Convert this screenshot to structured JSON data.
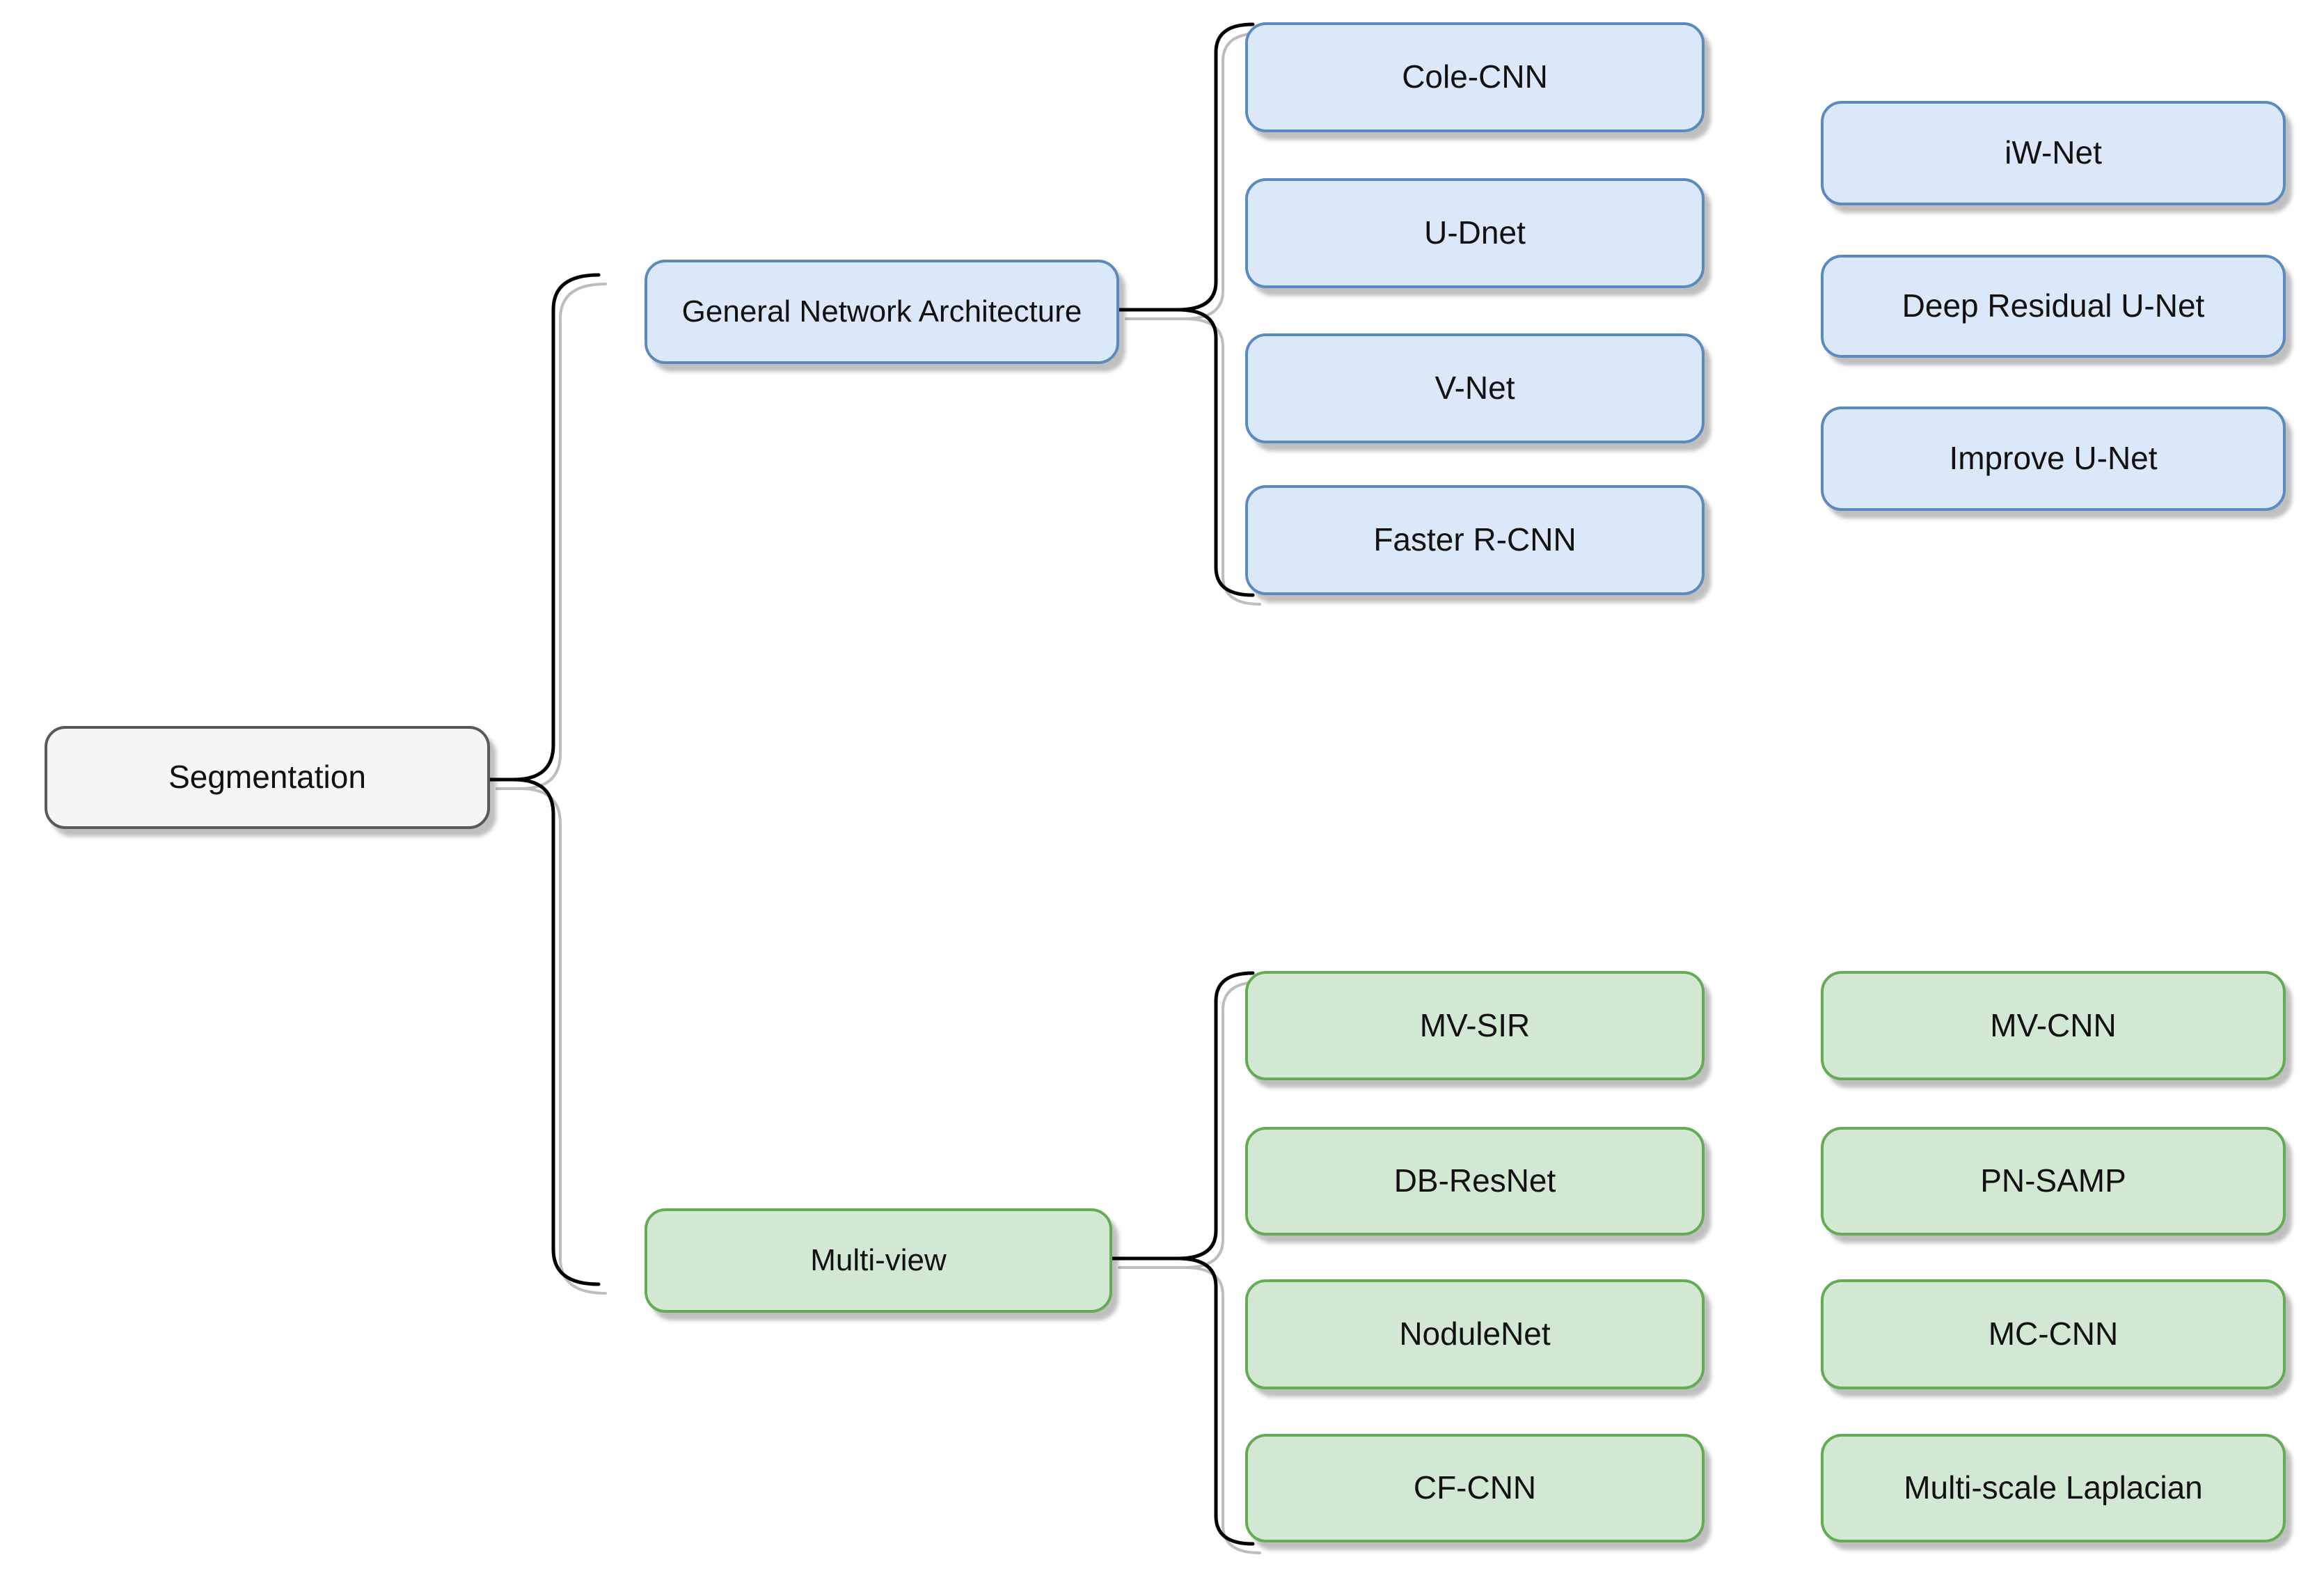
{
  "diagram": {
    "title_hint": "Segmentation methods taxonomy",
    "colors": {
      "blue_fill": "#dbe8f9",
      "blue_stroke": "#5b8ac0",
      "green_fill": "#d3e8d3",
      "green_stroke": "#63ac53",
      "gray_fill": "#f5f5f5",
      "gray_stroke": "#595959",
      "line": "#000000",
      "line_shadow": "#bdbdbd"
    },
    "root": {
      "label": "Segmentation"
    },
    "branches": [
      {
        "id": "general-network-architecture",
        "label": "General Network Architecture",
        "children_col1": [
          "Cole-CNN",
          "U-Dnet",
          "V-Net",
          "Faster R-CNN"
        ],
        "children_col2": [
          "iW-Net",
          "Deep Residual U-Net",
          "Improve U-Net"
        ]
      },
      {
        "id": "multi-view",
        "label": "Multi-view",
        "children_col1": [
          "MV-SIR",
          "DB-ResNet",
          "NoduleNet",
          "CF-CNN"
        ],
        "children_col2": [
          "MV-CNN",
          "PN-SAMP",
          "MC-CNN",
          "Multi-scale Laplacian"
        ]
      }
    ]
  }
}
